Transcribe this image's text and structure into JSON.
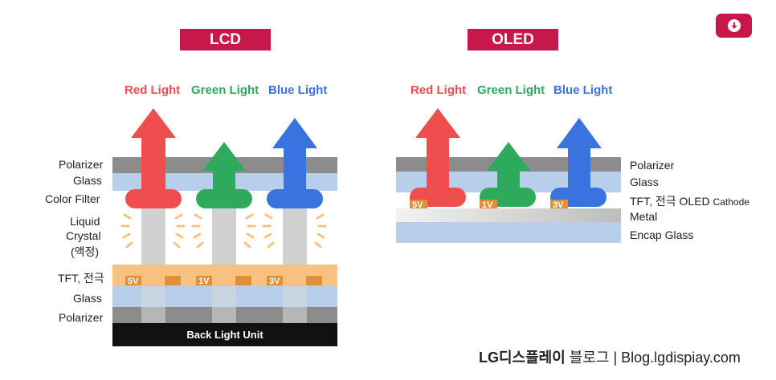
{
  "lcd": {
    "title": "LCD",
    "lights": {
      "red": "Red Light",
      "green": "Green Light",
      "blue": "Blue Light"
    },
    "layers": {
      "polarizer_top": "Polarizer",
      "glass_top": "Glass",
      "color_filter": "Color Filter",
      "liquid_crystal": [
        "Liquid",
        "Crystal",
        "(액정)"
      ],
      "tft": "TFT, 전극",
      "glass_bottom": "Glass",
      "polarizer_bottom": "Polarizer",
      "backlight": "Back Light Unit"
    },
    "voltages": [
      "5V",
      "1V",
      "3V"
    ]
  },
  "oled": {
    "title": "OLED",
    "lights": {
      "red": "Red Light",
      "green": "Green Light",
      "blue": "Blue Light"
    },
    "layers": {
      "polarizer": "Polarizer",
      "glass": "Glass",
      "tft_prefix": "TFT, 전극 OLED ",
      "tft_suffix": "Cathode",
      "metal": "Metal",
      "encap_glass": "Encap Glass"
    },
    "voltages": [
      "5V",
      "1V",
      "3V"
    ]
  },
  "colors": {
    "accent": "#c8174a",
    "red": "#f04e4e",
    "green": "#2eaa5c",
    "blue": "#3a73e0",
    "polarizer": "#8c8c8c",
    "glass": "#b7cfea",
    "tft": "#f7c27f",
    "backlight": "#111111"
  },
  "download_icon": "download-icon",
  "footer": {
    "brand": "LG디스플레이",
    "rest": " 블로그 | Blog.lgdispiay.com"
  }
}
